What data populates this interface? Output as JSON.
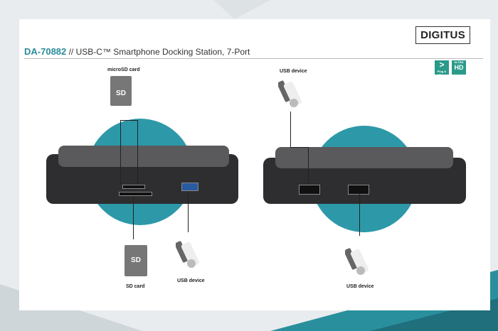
{
  "brand": "DIGITUS",
  "title": {
    "code": "DA-70882",
    "sep": " // ",
    "text": "USB-C™ Smartphone Docking Station, 7-Port"
  },
  "badges": [
    {
      "name": "plug-and-play",
      "big": ">",
      "small": "Plug & Play"
    },
    {
      "name": "ultra-hd",
      "big": "HD",
      "small": "ULTRA"
    }
  ],
  "labels": {
    "microsd": "microSD card",
    "sd": "SD card",
    "usb_left": "USB device",
    "usb_top_right": "USB device",
    "usb_bottom_right": "USB device"
  },
  "sd_text": "SD",
  "colors": {
    "accent": "#2b8c9a",
    "teal_circle": "#2d98a8",
    "dock": "#2e2e30"
  }
}
